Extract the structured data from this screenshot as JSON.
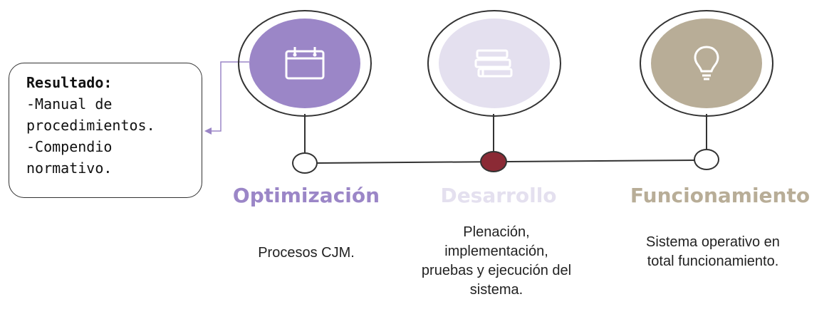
{
  "result": {
    "title": "Resultado:",
    "items": [
      "-Manual de",
      "procedimientos.",
      "-Compendio",
      "normativo."
    ]
  },
  "stages": [
    {
      "title": "Optimización",
      "description": "Procesos CJM.",
      "color": "#9b86c7",
      "icon": "calendar-icon"
    },
    {
      "title": "Desarrollo",
      "description": "Plenación, implementación, pruebas y ejecución del sistema.",
      "color": "#e4e0ef",
      "icon": "books-icon"
    },
    {
      "title": "Funcionamiento",
      "description": "Sistema operativo en total funcionamiento.",
      "color": "#b8ad97",
      "icon": "lightbulb-icon"
    }
  ],
  "colors": {
    "accent_purple": "#9b86c7",
    "accent_lavender": "#e4e0ef",
    "accent_tan": "#b8ad97",
    "active_node": "#8b2a35",
    "line": "#333333"
  }
}
